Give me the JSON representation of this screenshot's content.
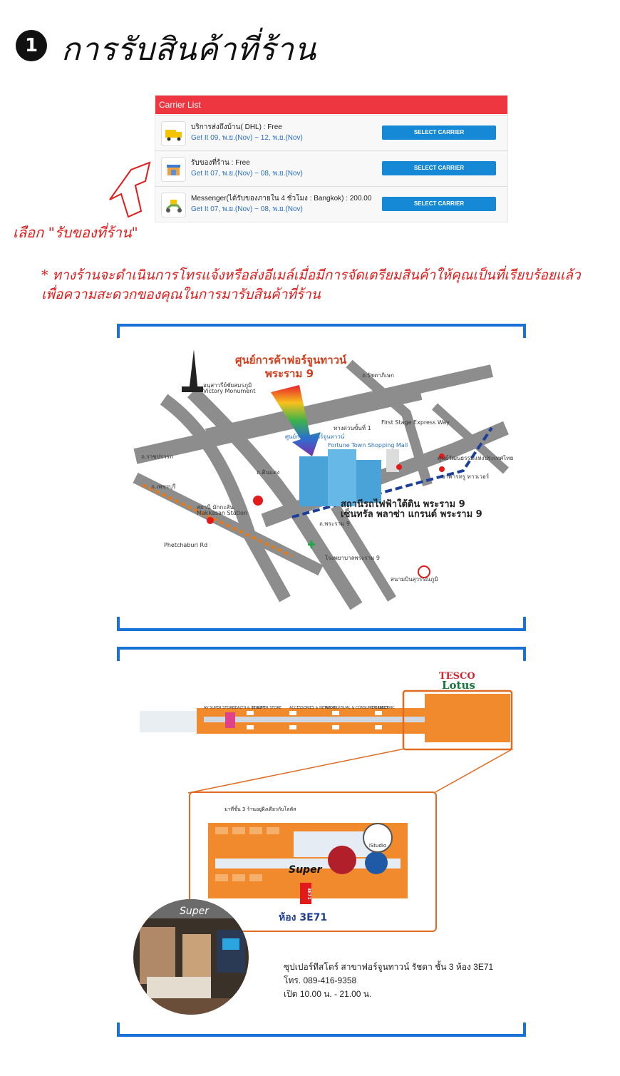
{
  "heading": {
    "number": "1",
    "title": "การรับสินค้าที่ร้าน"
  },
  "carrier_list": {
    "title": "Carrier List",
    "rows": [
      {
        "name": "บริการส่งถึงบ้าน( DHL) : Free",
        "date": "Get It 09, พ.ย.(Nov) ~ 12, พ.ย.(Nov)",
        "button": "SELECT CARRIER",
        "icon": "delivery-truck-icon"
      },
      {
        "name": "รับของที่ร้าน : Free",
        "date": "Get It 07, พ.ย.(Nov) ~ 08, พ.ย.(Nov)",
        "button": "SELECT CARRIER",
        "icon": "store-front-icon"
      },
      {
        "name": "Messenger(ได้รับของภายใน 4 ชั่วโมง : Bangkok) : 200.00",
        "date": "Get It 07, พ.ย.(Nov) ~ 08, พ.ย.(Nov)",
        "button": "SELECT CARRIER",
        "icon": "scooter-icon"
      }
    ]
  },
  "choose_label": "เลือก \"รับของที่ร้าน\"",
  "note_lines": [
    "* ทางร้านจะดำเนินการโทรแจ้งหรือส่งอีเมล์เมื่อมีการจัดเตรียมสินค้าให้คุณเป็นที่เรียบร้อยแล้ว",
    "เพื่อความสะดวกของคุณในการมารับสินค้าที่ร้าน"
  ],
  "map": {
    "title_line1": "ศูนย์การค้าฟอร์จูนทาวน์",
    "title_line2": "พระราม 9",
    "mall_name": "ศูนย์การค้าฟอร์จูนทาวน์",
    "mall_name_en": "Fortune Town Shopping Mall",
    "station_name": "สถานีรถไฟฟ้าใต้ดิน พระราม 9",
    "central_name": "เซ็นทรัล พลาซ่า แกรนด์ พระราม 9",
    "victory_monument": "อนุสาวรีย์ชัยสมรภูมิ",
    "victory_monument_en": "Victory Monument",
    "road_ratchaprarop": "ถ.ราชปรารภ",
    "road_expressway": "ทางด่วนขั้นที่ 1",
    "road_expressway_en": "First Stage Express Way",
    "road_din_daeng": "ถ.ดินแดง",
    "road_rama9": "ถ.พระราม 9",
    "road_ratchada": "ถ.รัชดาภิเษก",
    "road_phetchaburi": "ถ.เพชรบุรี",
    "road_phetchaburi_en": "Phetchaburi Rd",
    "makkasan": "สถานี มักกะสัน",
    "makkasan_en": "Makkasan Station",
    "thailand_cultural": "ศูนย์วัฒนธรรมแห่งประเทศไทย",
    "true_tower": "อาคารทรู ทาวเวอร์",
    "hospital": "โรงพยาบาลพระราม 9",
    "airport": "สนามบินสุวรรณภูมิ"
  },
  "floor": {
    "brand_top": "TESCO",
    "brand_bottom": "Lotus",
    "zoom_caption": "มาที่ชั้น 3 ร้านอยู่ฝั่งเดียวกับโลตัส",
    "room_label": "ห้อง 3E71",
    "room_tag": "3E71",
    "istudio": "iStudio",
    "super_logo": "Super",
    "zones": [
      "AV SUPER STORE",
      "HEALTH & BEAUTY",
      "IT SUPER STORE",
      "ACCESSORIES & NETWORK",
      "AUDIO VISUAL & CONSUMER ELECTRIC",
      "IT BRAND"
    ]
  },
  "shop_info": {
    "line1": "ซุปเปอร์ทีสโตร์ สาขาฟอร์จูนทาวน์ รัชดา ชั้น 3 ห้อง 3E71",
    "line2": "โทร. 089-416-9358",
    "line3": "เปิด 10.00 น. - 21.00 น."
  },
  "colors": {
    "header_red": "#ee3640",
    "button_blue": "#1588d6",
    "note_red": "#e21a1a",
    "frame_blue": "#1a72d6",
    "floor_orange": "#f08a2d"
  }
}
